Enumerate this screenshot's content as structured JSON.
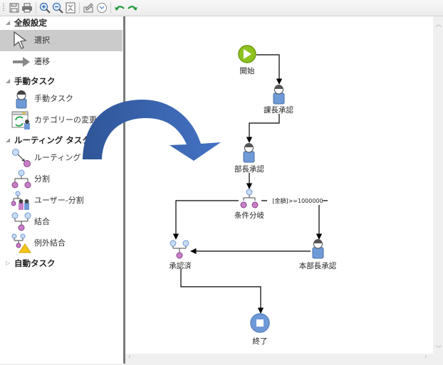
{
  "toolbar": {
    "buttons": [
      {
        "name": "save",
        "icon": "save-icon"
      },
      {
        "name": "print",
        "icon": "print-icon"
      },
      {
        "name": "zoom-in",
        "icon": "zoom-in-icon"
      },
      {
        "name": "zoom-out",
        "icon": "zoom-out-icon"
      },
      {
        "name": "fit",
        "icon": "fit-to-window-icon"
      },
      {
        "name": "properties",
        "icon": "edit-properties-icon"
      },
      {
        "name": "timer",
        "icon": "clock-icon"
      },
      {
        "name": "undo",
        "icon": "undo-icon"
      },
      {
        "name": "redo",
        "icon": "redo-icon"
      }
    ],
    "colors": {
      "undo": "#1f9a3a",
      "redo": "#1f9a3a"
    }
  },
  "palette": {
    "categories": [
      {
        "label": "全般設定",
        "expanded": true,
        "items": [
          {
            "label": "選択",
            "icon": "pointer-icon",
            "selected": true
          },
          {
            "label": "遷移",
            "icon": "arrow-right-icon"
          }
        ]
      },
      {
        "label": "手動タスク",
        "expanded": true,
        "items": [
          {
            "label": "手動タスク",
            "icon": "person-icon"
          },
          {
            "label": "カテゴリーの変更",
            "icon": "category-change-icon"
          }
        ]
      },
      {
        "label": "ルーティング タスク",
        "expanded": true,
        "items": [
          {
            "label": "ルーティング",
            "icon": "routing-icon"
          },
          {
            "label": "分割",
            "icon": "split-icon"
          },
          {
            "label": "ユーザー-分割",
            "icon": "user-split-icon"
          },
          {
            "label": "結合",
            "icon": "join-icon"
          },
          {
            "label": "例外結合",
            "icon": "exception-join-icon"
          }
        ]
      },
      {
        "label": "自動タスク",
        "expanded": false,
        "items": []
      }
    ]
  },
  "workflow": {
    "nodes": [
      {
        "id": "start",
        "label": "開始",
        "type": "start"
      },
      {
        "id": "section",
        "label": "課長承認",
        "type": "manual"
      },
      {
        "id": "dept",
        "label": "部長承認",
        "type": "manual"
      },
      {
        "id": "branch",
        "label": "条件分岐",
        "type": "split"
      },
      {
        "id": "hq",
        "label": "本部長承認",
        "type": "manual"
      },
      {
        "id": "approved",
        "label": "承認済",
        "type": "join"
      },
      {
        "id": "end",
        "label": "終了",
        "type": "end"
      }
    ],
    "condition_label": "[金額]>=1000000",
    "colors": {
      "start": "#8dc21f",
      "end": "#6f9ad8",
      "person_body": "#6f9ad8",
      "person_head": "#555555",
      "node_blue": "#c8dcf4",
      "node_purple": "#c77fc8",
      "drag_arrow": "#3f6fbf"
    }
  }
}
